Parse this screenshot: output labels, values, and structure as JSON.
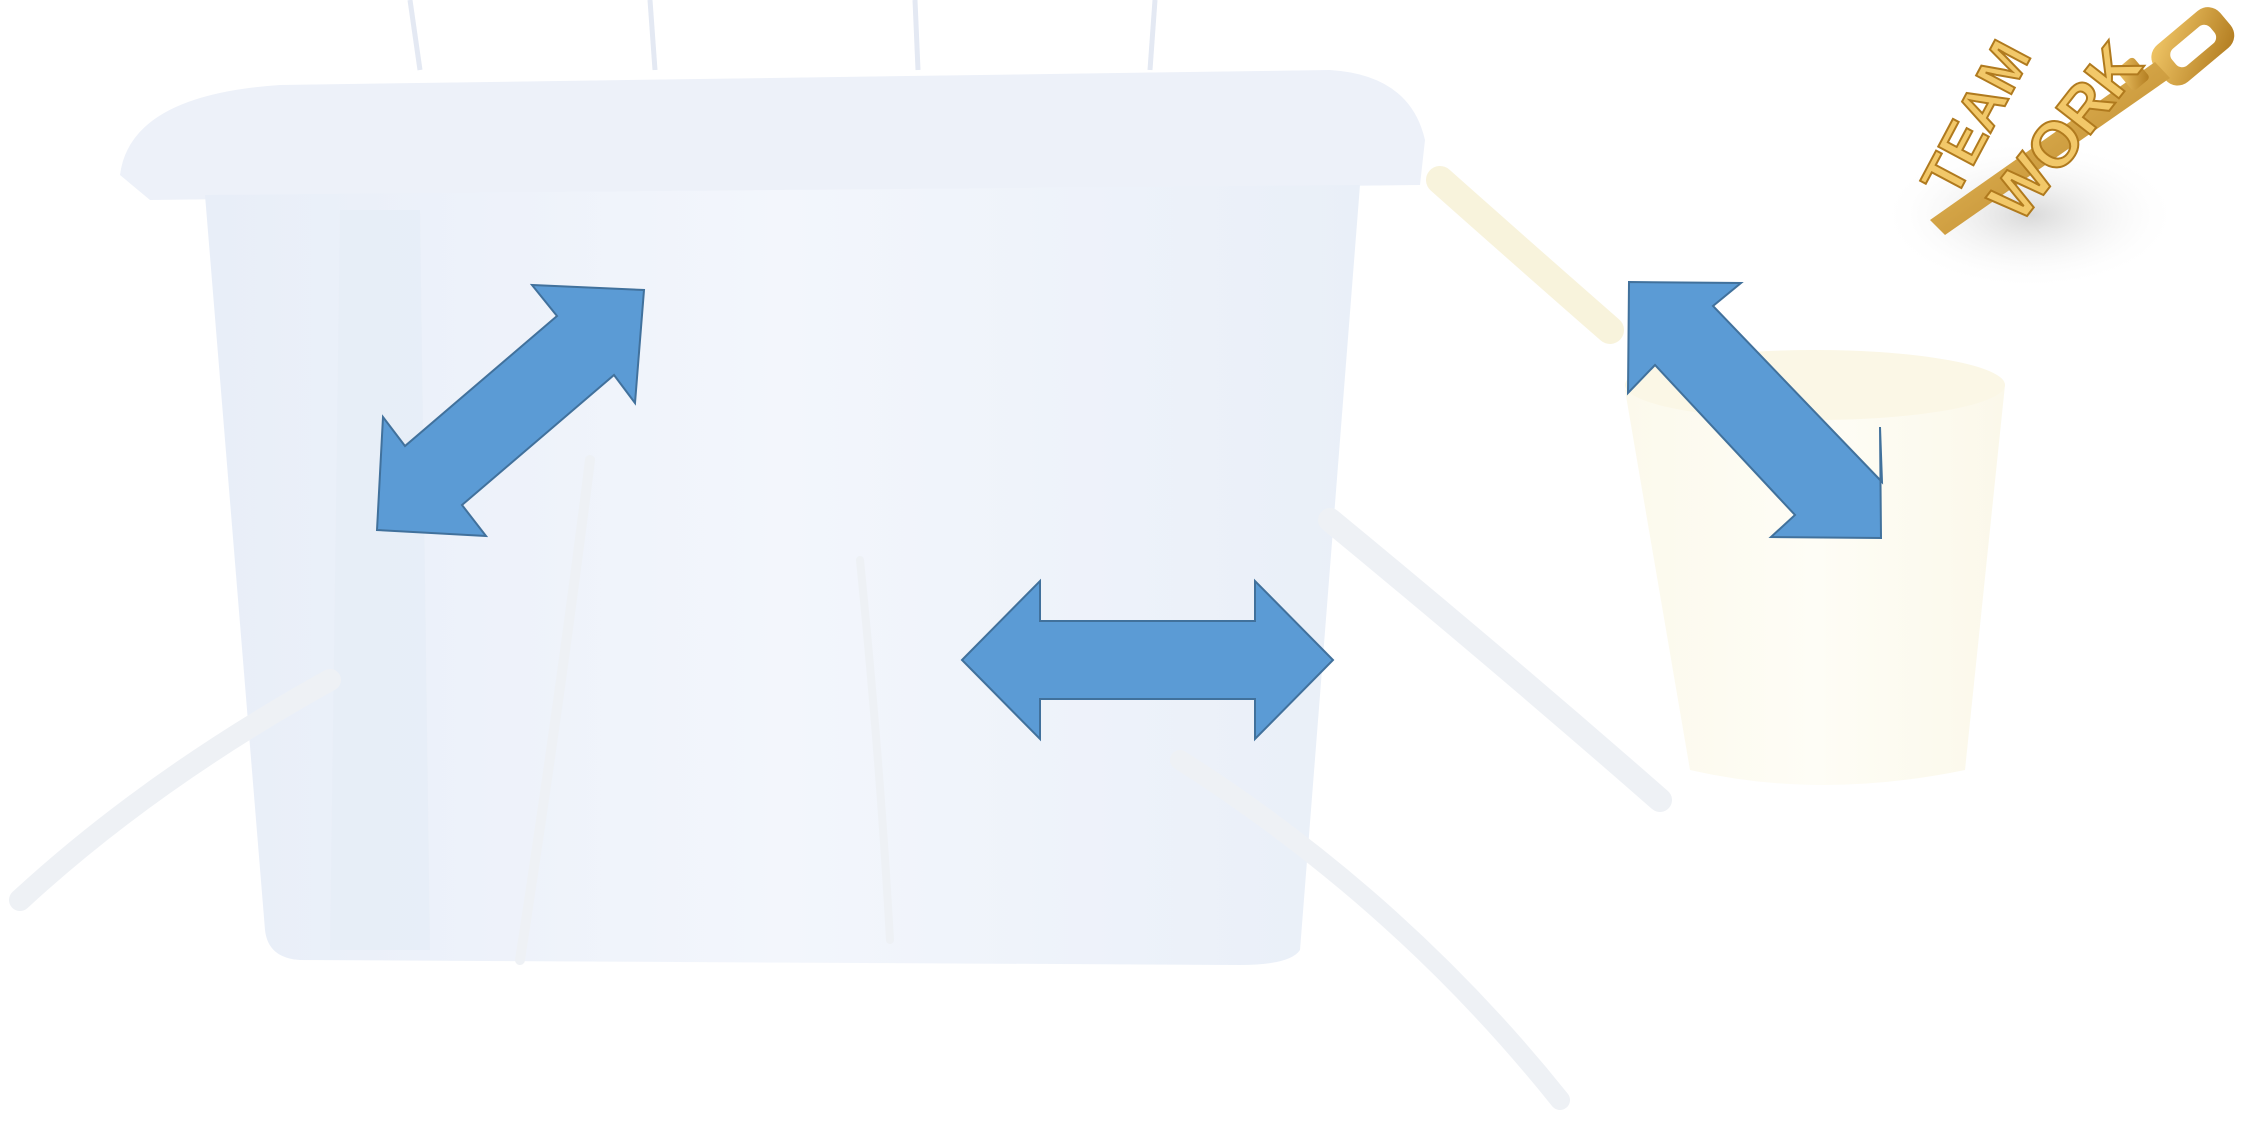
{
  "slide": {
    "background_color": "#ffffff",
    "arrow_fill": "#5b9bd5",
    "arrow_stroke": "#41719c"
  },
  "background_image": {
    "icon": "bucket-and-cup-pouring-water",
    "bucket_tint": "#eef2fa",
    "cup_tint": "#fdfbef"
  },
  "logo": {
    "icon": "golden-key-icon",
    "line1": "TEAM",
    "line2": "WORK",
    "gold_light": "#f2c869",
    "gold_dark": "#b07a1e"
  },
  "arrows": [
    {
      "icon": "diagonal-double-arrow-icon",
      "direction": "southwest-northeast"
    },
    {
      "icon": "horizontal-double-arrow-icon",
      "direction": "west-east"
    },
    {
      "icon": "diagonal-double-arrow-icon",
      "direction": "northwest-southeast"
    }
  ]
}
